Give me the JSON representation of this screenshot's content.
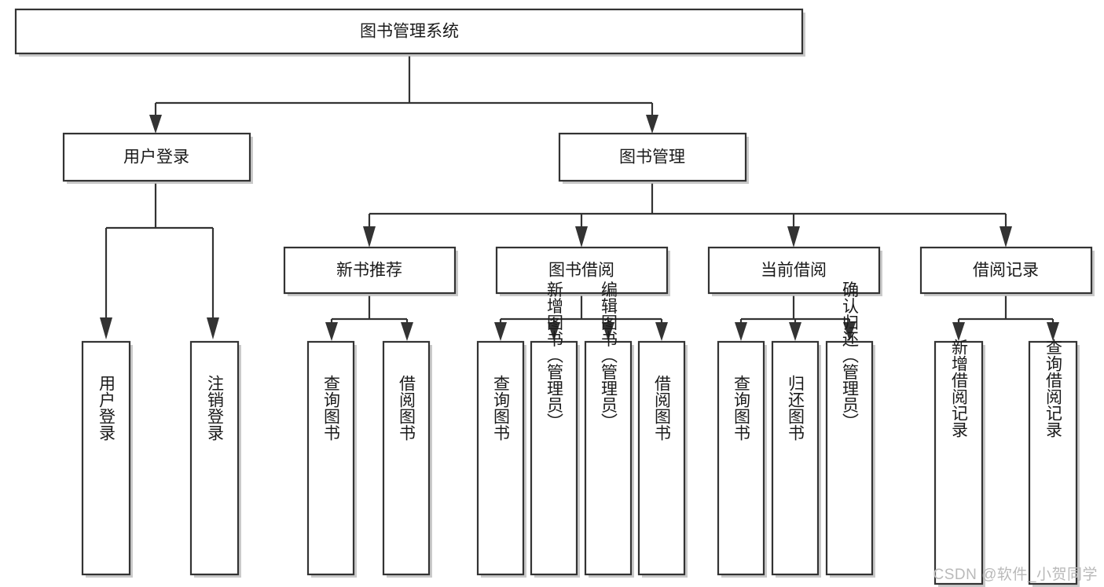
{
  "diagram": {
    "type": "tree",
    "title": "图书管理系统",
    "watermark": "CSDN @软件_小贺同学",
    "colors": {
      "box_fill": "#ffffff",
      "box_stroke": "#333333",
      "text": "#1a1a1a",
      "shadow": "#b8b8b8",
      "watermark": "#b9b9b9",
      "background": "#ffffff"
    },
    "levels": {
      "root": {
        "label": "图书管理系统"
      },
      "level2": [
        {
          "label": "用户登录"
        },
        {
          "label": "图书管理"
        }
      ],
      "level3": [
        {
          "label": "新书推荐"
        },
        {
          "label": "图书借阅"
        },
        {
          "label": "当前借阅"
        },
        {
          "label": "借阅记录"
        }
      ],
      "leaves_user_login": [
        {
          "label": "用户登录"
        },
        {
          "label": "注销登录"
        }
      ],
      "leaves_new_book": [
        {
          "label": "查询图书"
        },
        {
          "label": "借阅图书"
        }
      ],
      "leaves_borrow": [
        {
          "label": "查询图书"
        },
        {
          "label": "新增图书（管理员）"
        },
        {
          "label": "编辑图书（管理员）"
        },
        {
          "label": "借阅图书"
        }
      ],
      "leaves_current": [
        {
          "label": "查询图书"
        },
        {
          "label": "归还图书"
        },
        {
          "label": "确认归还（管理员）"
        }
      ],
      "leaves_record": [
        {
          "label": "新增借阅记录"
        },
        {
          "label": "查询借阅记录"
        }
      ]
    },
    "edges": [
      {
        "from": "图书管理系统",
        "to": "用户登录"
      },
      {
        "from": "图书管理系统",
        "to": "图书管理"
      },
      {
        "from": "用户登录",
        "to": "用户登录"
      },
      {
        "from": "用户登录",
        "to": "注销登录"
      },
      {
        "from": "图书管理",
        "to": "新书推荐"
      },
      {
        "from": "图书管理",
        "to": "图书借阅"
      },
      {
        "from": "图书管理",
        "to": "当前借阅"
      },
      {
        "from": "图书管理",
        "to": "借阅记录"
      },
      {
        "from": "新书推荐",
        "to": "查询图书"
      },
      {
        "from": "新书推荐",
        "to": "借阅图书"
      },
      {
        "from": "图书借阅",
        "to": "查询图书"
      },
      {
        "from": "图书借阅",
        "to": "新增图书（管理员）"
      },
      {
        "from": "图书借阅",
        "to": "编辑图书（管理员）"
      },
      {
        "from": "图书借阅",
        "to": "借阅图书"
      },
      {
        "from": "当前借阅",
        "to": "查询图书"
      },
      {
        "from": "当前借阅",
        "to": "归还图书"
      },
      {
        "from": "当前借阅",
        "to": "确认归还（管理员）"
      },
      {
        "from": "借阅记录",
        "to": "新增借阅记录"
      },
      {
        "from": "借阅记录",
        "to": "查询借阅记录"
      }
    ]
  }
}
